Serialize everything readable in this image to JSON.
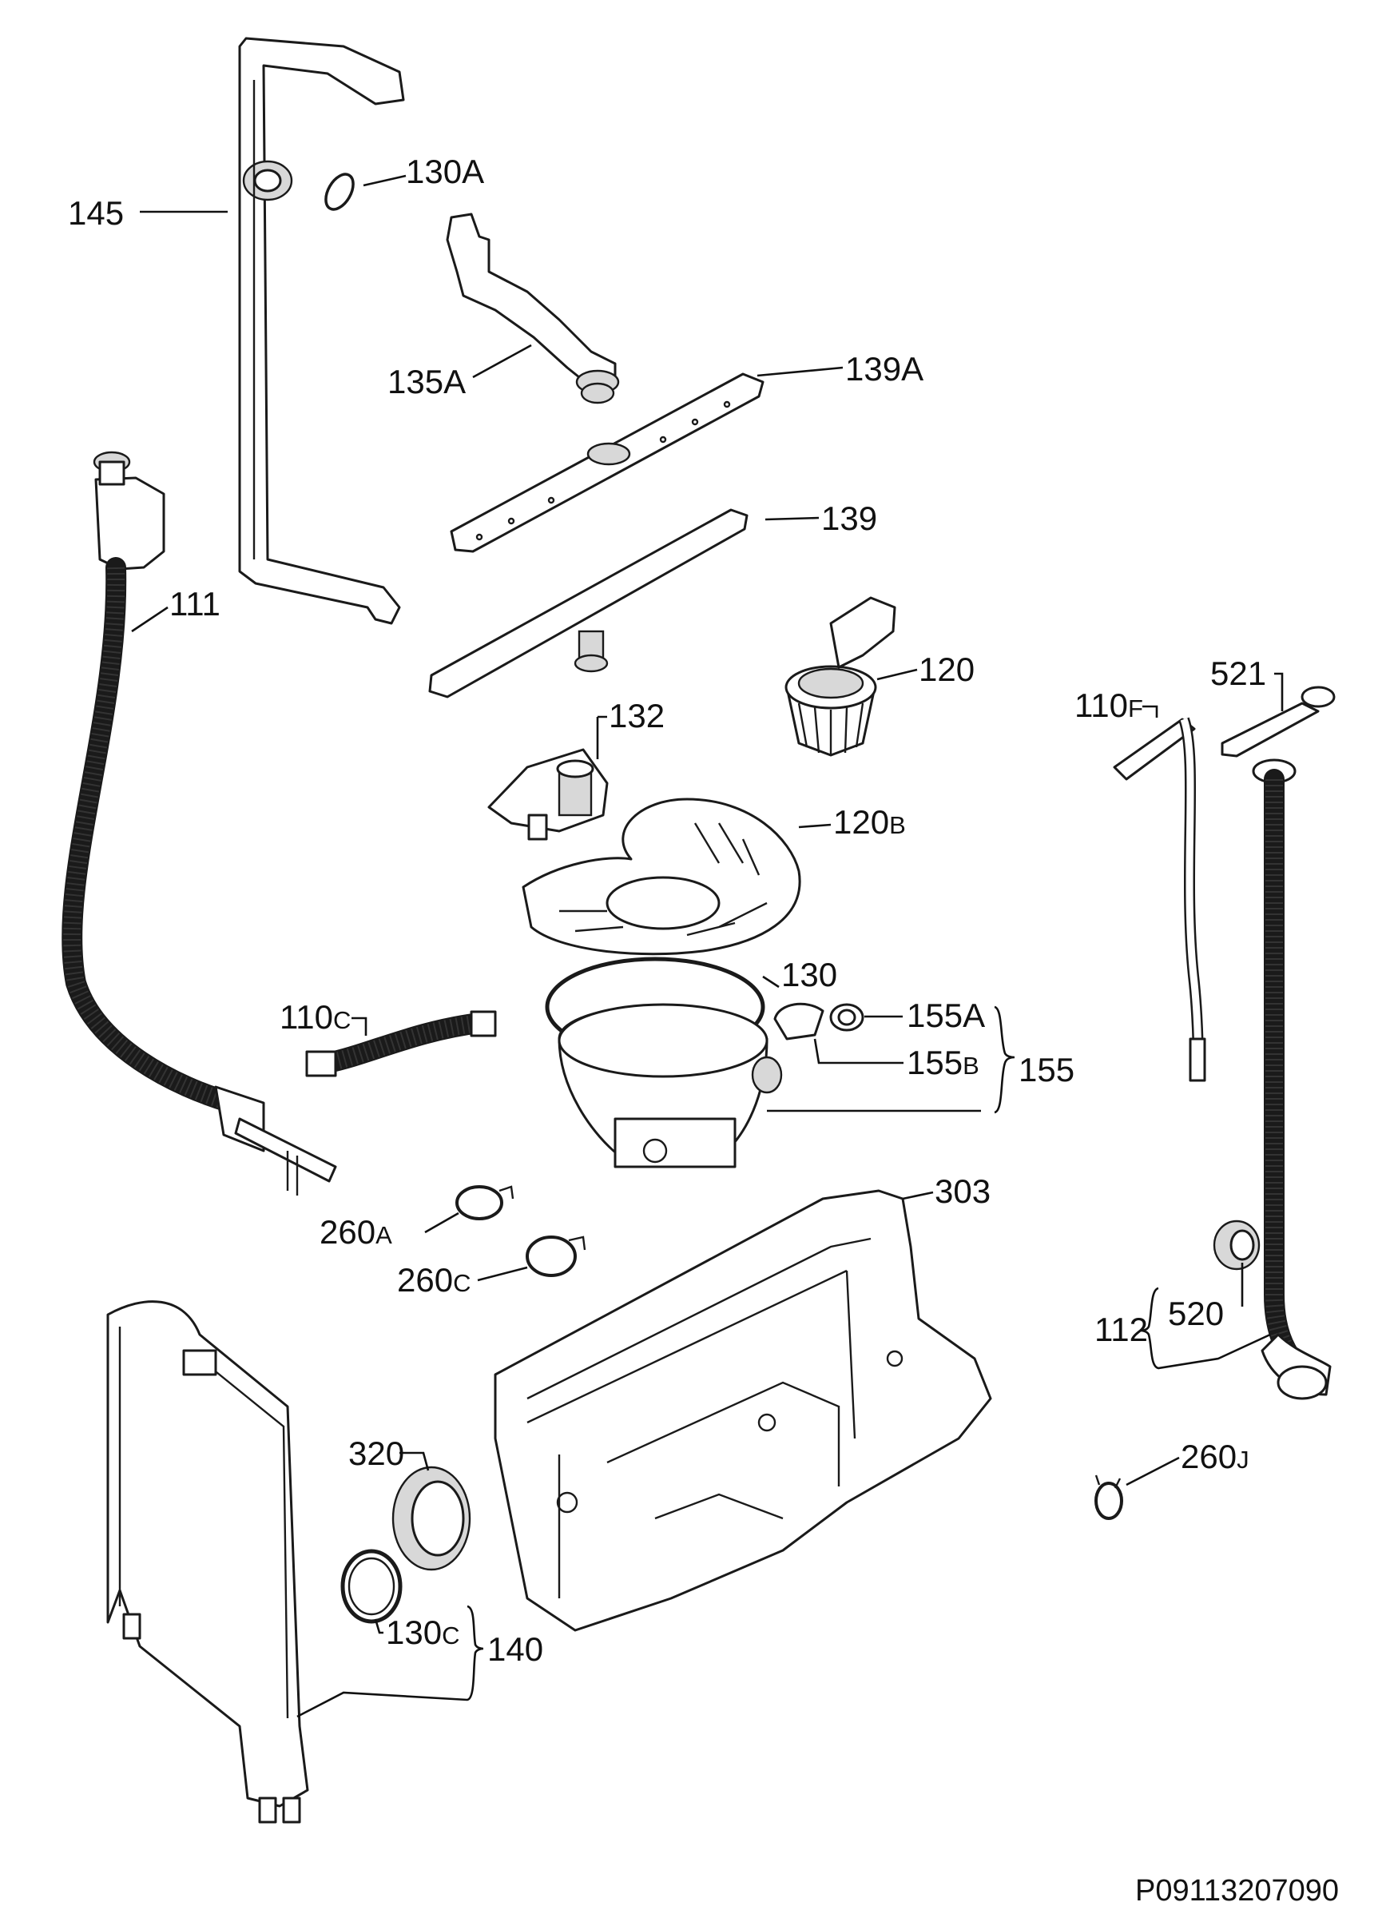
{
  "diagram": {
    "reference_code": "P09113207090",
    "labels": {
      "p145": "145",
      "p130A": {
        "num": "130",
        "suf": "A"
      },
      "p135A": {
        "num": "135",
        "suf": "A"
      },
      "p139A": {
        "num": "139",
        "suf": "A"
      },
      "p139": "139",
      "p111": "111",
      "p120": "120",
      "p132": "132",
      "p120B": {
        "num": "120",
        "suf": "B"
      },
      "p521": "521",
      "p110F": {
        "num": "110",
        "suf": "F"
      },
      "p110C": {
        "num": "110",
        "suf": "C"
      },
      "p130": "130",
      "p155A": {
        "num": "155",
        "suf": "A"
      },
      "p155B": {
        "num": "155",
        "suf": "B"
      },
      "p155": "155",
      "p303": "303",
      "p260A": {
        "num": "260",
        "suf": "A"
      },
      "p260C": {
        "num": "260",
        "suf": "C"
      },
      "p112": "112",
      "p520": "520",
      "p260J": {
        "num": "260",
        "suf": "J"
      },
      "p320": "320",
      "p130C": {
        "num": "130",
        "suf": "C"
      },
      "p140": "140"
    }
  }
}
